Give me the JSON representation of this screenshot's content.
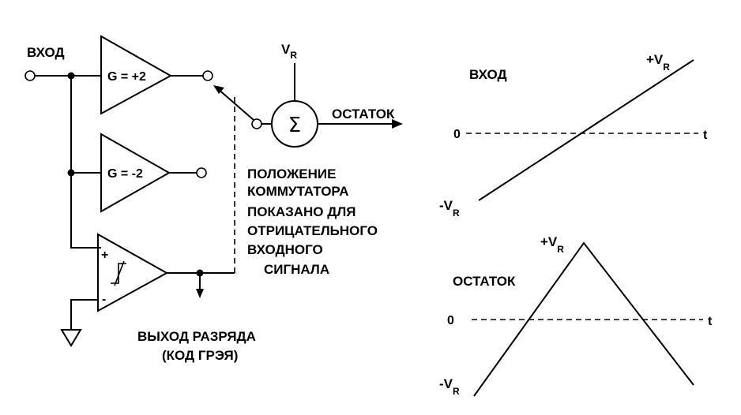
{
  "schematic": {
    "input_label": "ВХОД",
    "amp_pos_gain": "G = +2",
    "amp_neg_gain": "G = -2",
    "ref_label": "V",
    "ref_sub": "R",
    "sum_symbol": "Σ",
    "residue_label": "ОСТАТОК",
    "comparator_plus": "+",
    "comparator_minus": "-",
    "switch_note": [
      "ПОЛОЖЕНИЕ",
      "КОММУТАТОРА",
      "ПОКАЗАНО ДЛЯ",
      "ОТРИЦАТЕЛЬНОГО",
      "ВХОДНОГО",
      "СИГНАЛА"
    ],
    "bit_output_line1": "ВЫХОД РАЗРЯДА",
    "bit_output_line2": "(КОД ГРЭЯ)"
  },
  "input_graph": {
    "title": "ВХОД",
    "zero_label": "0",
    "time_label": "t",
    "max_label": "+V",
    "max_sub": "R",
    "min_label": "-V",
    "min_sub": "R"
  },
  "residue_graph": {
    "title": "ОСТАТОК",
    "zero_label": "0",
    "time_label": "t",
    "max_label": "+V",
    "max_sub": "R",
    "min_label": "-V",
    "min_sub": "R"
  }
}
